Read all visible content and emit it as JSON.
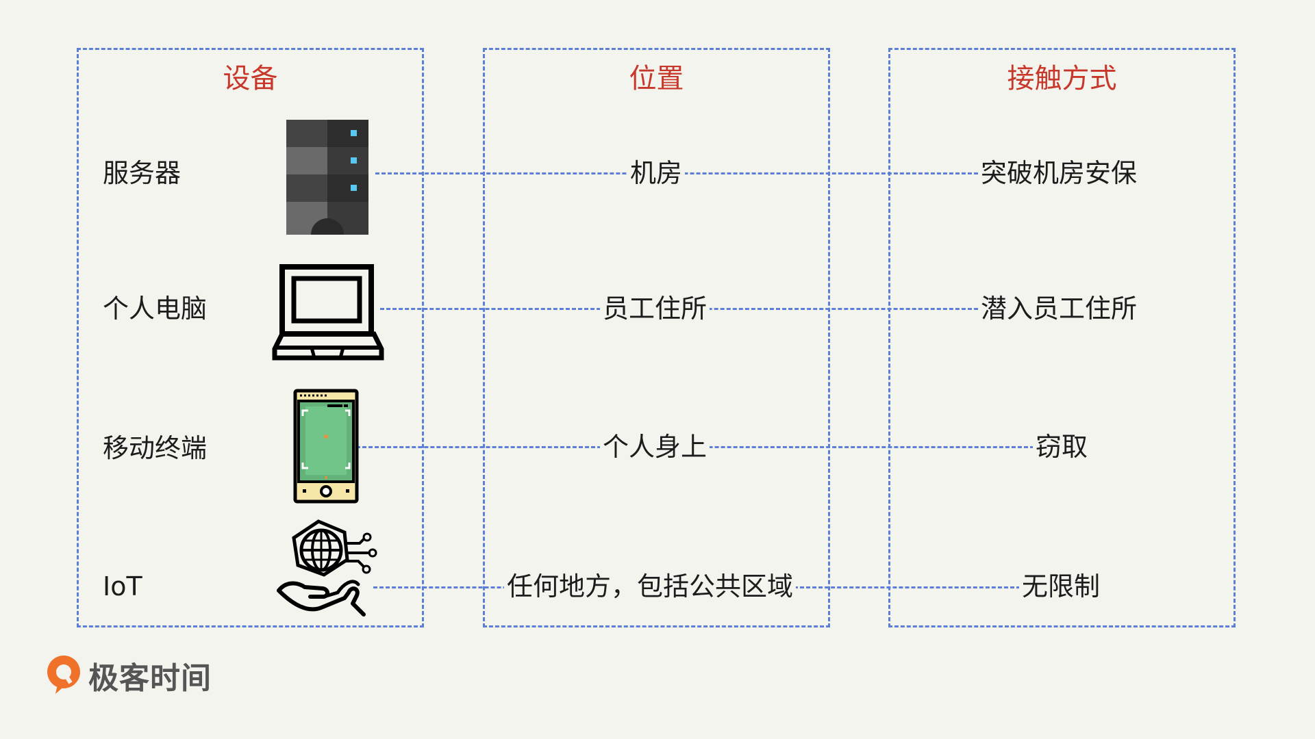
{
  "columns": {
    "devices": "设备",
    "location": "位置",
    "access": "接触方式"
  },
  "rows": [
    {
      "device": "服务器",
      "location": "机房",
      "access": "突破机房安保",
      "icon": "server-icon"
    },
    {
      "device": "个人电脑",
      "location": "员工住所",
      "access": "潜入员工住所",
      "icon": "laptop-icon"
    },
    {
      "device": "移动终端",
      "location": "个人身上",
      "access": "窃取",
      "icon": "smartphone-icon"
    },
    {
      "device": "IoT",
      "location": "任何地方，包括公共区域",
      "access": "无限制",
      "icon": "globe-hand-icon"
    }
  ],
  "brand": {
    "name": "极客时间",
    "icon": "geektime-logo-icon"
  },
  "colors": {
    "background": "#f4f4ef",
    "border": "#5b7fd6",
    "title": "#c8382a"
  }
}
